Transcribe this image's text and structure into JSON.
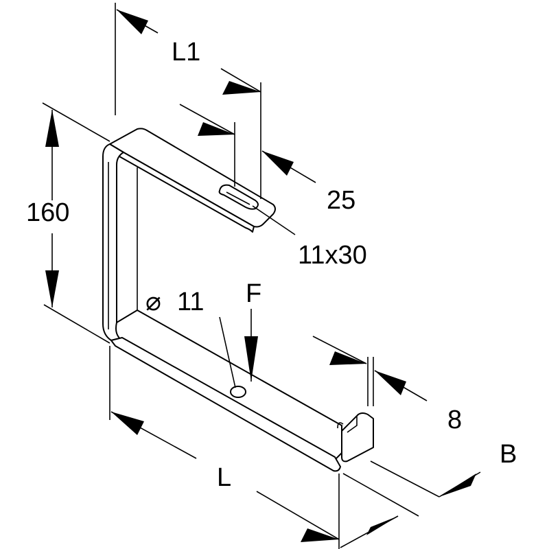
{
  "drawing": {
    "labels": {
      "l1": "L1",
      "slot_offset": "25",
      "height": "160",
      "slot": "11x30",
      "hole_symbol": "⌀",
      "hole": "11",
      "force": "F",
      "thickness": "8",
      "length": "L",
      "width": "B"
    }
  }
}
